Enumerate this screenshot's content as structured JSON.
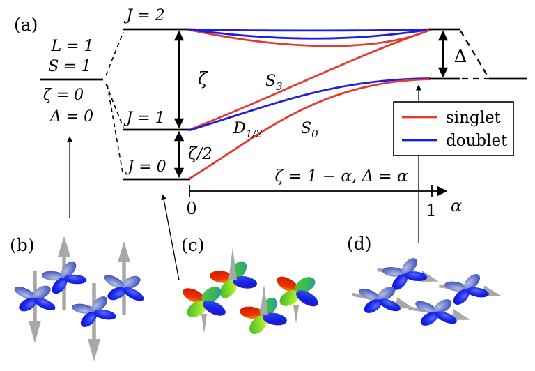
{
  "figure": {
    "panel_a": "(a)",
    "panel_b": "(b)",
    "panel_c": "(c)",
    "panel_d": "(d)"
  },
  "initial_state": {
    "angular_momentum": "L = 1",
    "spin": "S = 1",
    "soc": "ζ = 0",
    "splitting": "Δ = 0"
  },
  "levels": {
    "j2": "J = 2",
    "j1": "J = 1",
    "j0": "J = 0"
  },
  "gaps": {
    "zeta": "ζ",
    "zeta_half": "ζ/2",
    "delta": "Δ"
  },
  "curves": {
    "s3": {
      "main": "S",
      "sub": "3"
    },
    "d12": {
      "main": "D",
      "sub": "1/2"
    },
    "s0": {
      "main": "S",
      "sub": "0"
    }
  },
  "legend": {
    "singlet": "singlet",
    "doublet": "doublet"
  },
  "axis": {
    "equation": "ζ = 1 − α, Δ = α",
    "tick_zero": "0",
    "tick_one": "1",
    "variable": "α"
  },
  "colors": {
    "singlet_red": "#e8392e",
    "doublet_blue": "#1c1ce8",
    "spin_gray": "#a8a8a8",
    "line_black": "#000000"
  }
}
